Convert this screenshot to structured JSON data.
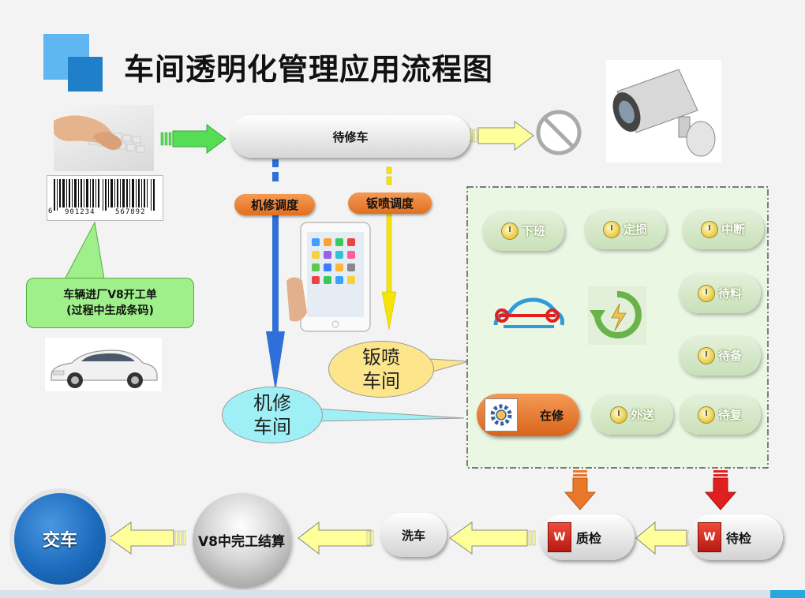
{
  "title": "车间透明化管理应用流程图",
  "barcode_digits": [
    "6",
    "901234",
    "567892"
  ],
  "nodes": {
    "pending_repair": "待修车",
    "machine_dispatch": "机修调度",
    "paint_dispatch": "钣喷调度",
    "entry_callout": [
      "车辆进厂V8开工单",
      "(过程中生成条码)"
    ],
    "paint_workshop": [
      "钣喷",
      "车间"
    ],
    "machine_workshop": [
      "机修",
      "车间"
    ],
    "delivery": "交车",
    "settlement": "V8中完工结算",
    "wash": "洗车",
    "quality_check": "质检",
    "pending_check": "待检"
  },
  "states": {
    "off_work": "下班",
    "damage_assess": "定损",
    "interrupt": "中断",
    "wait_material": "待料",
    "wait_prepare": "待备",
    "in_repair": "在修",
    "outsourced": "外送",
    "wait_review": "待复"
  },
  "colors": {
    "title_square_dark": "#1f7fc9",
    "title_square_light": "#5fb6f0",
    "green_arrow": "#55dd55",
    "yellow_arrow": "#ffff99",
    "machine_line": "#2f6fd8",
    "paint_line": "#f5e30a",
    "orange_tag": "#e8772a",
    "state_panel": "#eaf7e3",
    "machine_bubble": "#9ff0f6",
    "paint_bubble": "#fde58c",
    "callout_green": "#9ff08a",
    "delivery_circle": "#1c6bbd"
  }
}
